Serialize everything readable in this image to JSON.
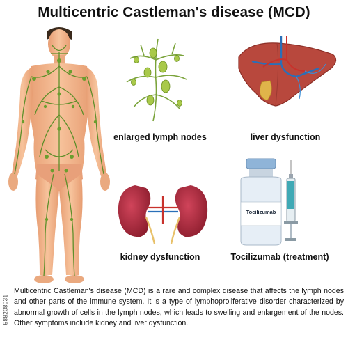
{
  "title": "Multicentric Castleman's disease (MCD)",
  "labels": {
    "lymph": "enlarged lymph nodes",
    "liver": "liver dysfunction",
    "kidney": "kidney dysfunction",
    "treatment": "Tocilizumab (treatment)"
  },
  "vial_label": "Tocilizumab",
  "description": "Multicentric Castleman's disease (MCD) is a rare and complex disease that affects the lymph nodes and other parts of the immune system. It is a type of lymphoproliferative disorder characterized by abnormal growth of cells in the lymph nodes, which leads to swelling and enlargement of the nodes. Other symptoms include kidney and liver dysfunction.",
  "side_id": "588208031",
  "colors": {
    "skin": "#f2b58c",
    "lymph": "#5e8f2a",
    "liver": "#b8483d",
    "kidney": "#a8283a",
    "syringe_fluid": "#3fa9b5"
  }
}
